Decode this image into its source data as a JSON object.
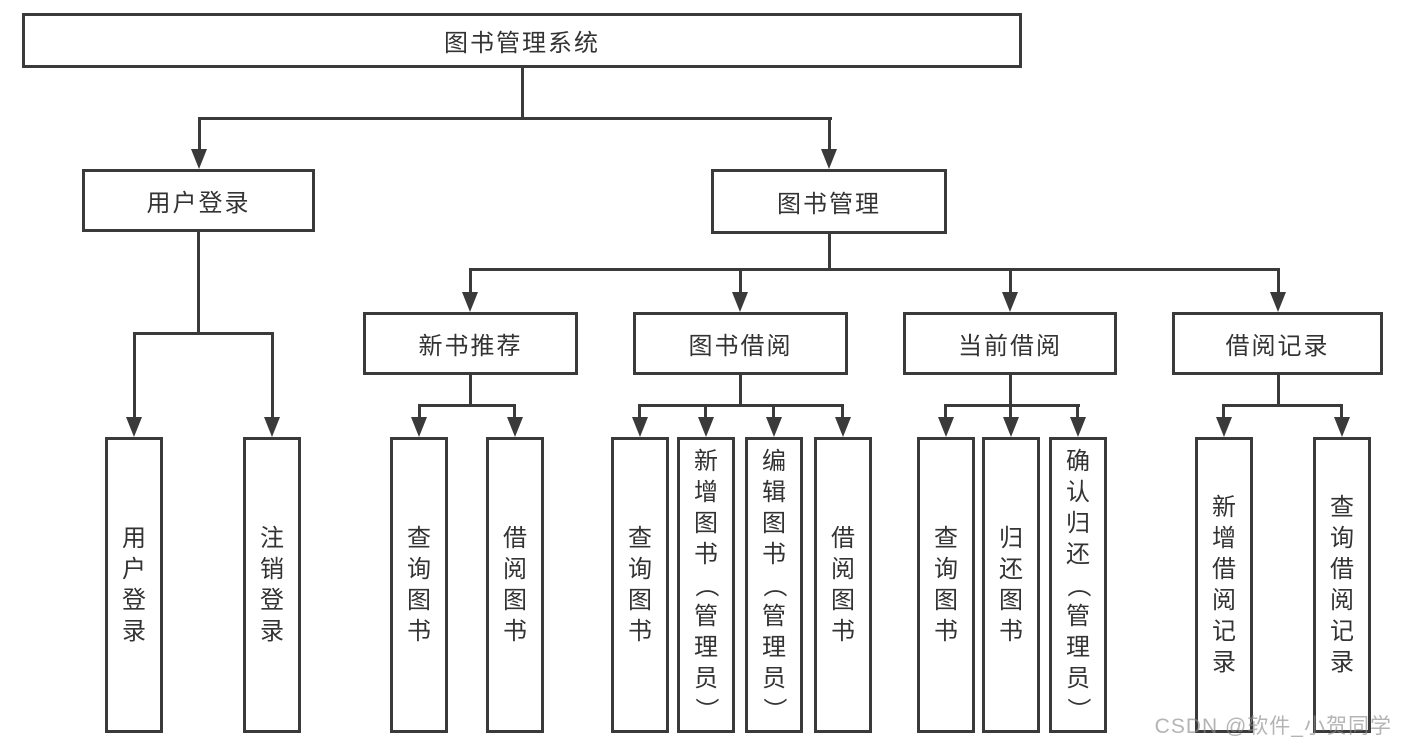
{
  "nodes": {
    "root": "图书管理系统",
    "user_login": "用户登录",
    "book_mgmt": "图书管理",
    "new_books": "新书推荐",
    "book_borrow": "图书借阅",
    "current_borrow": "当前借阅",
    "borrow_records": "借阅记录",
    "leaf_user_login": "用户登录",
    "leaf_logout": "注销登录",
    "leaf_nb_query": "查询图书",
    "leaf_nb_borrow": "借阅图书",
    "leaf_bb_query": "查询图书",
    "leaf_bb_add": "新增图书（管理员）",
    "leaf_bb_edit": "编辑图书（管理员）",
    "leaf_bb_borrow": "借阅图书",
    "leaf_cb_query": "查询图书",
    "leaf_cb_return": "归还图书",
    "leaf_cb_confirm": "确认归还（管理员）",
    "leaf_br_add": "新增借阅记录",
    "leaf_br_query": "查询借阅记录"
  },
  "edges": [
    {
      "from": "图书管理系统",
      "to": [
        "用户登录",
        "图书管理"
      ]
    },
    {
      "from": "用户登录",
      "to": [
        "用户登录",
        "注销登录"
      ]
    },
    {
      "from": "图书管理",
      "to": [
        "新书推荐",
        "图书借阅",
        "当前借阅",
        "借阅记录"
      ]
    },
    {
      "from": "新书推荐",
      "to": [
        "查询图书",
        "借阅图书"
      ]
    },
    {
      "from": "图书借阅",
      "to": [
        "查询图书",
        "新增图书（管理员）",
        "编辑图书（管理员）",
        "借阅图书"
      ]
    },
    {
      "from": "当前借阅",
      "to": [
        "查询图书",
        "归还图书",
        "确认归还（管理员）"
      ]
    },
    {
      "from": "借阅记录",
      "to": [
        "新增借阅记录",
        "查询借阅记录"
      ]
    }
  ],
  "colors": {
    "line": "#3a3a3a",
    "text": "#333333",
    "box_fill": "#ffffff",
    "watermark": "#8c8c8c"
  },
  "watermark": "CSDN @软件_小贺同学"
}
